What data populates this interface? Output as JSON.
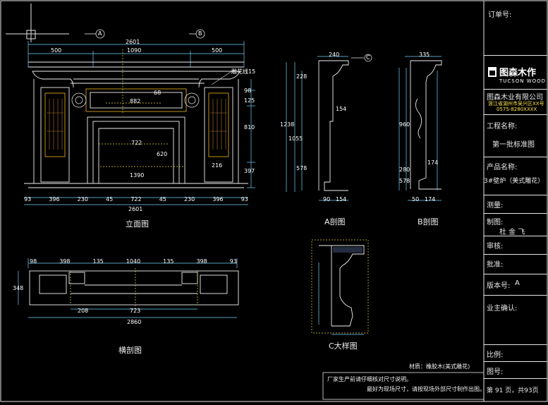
{
  "views": {
    "elevation": "立面图",
    "section_a": "A剖图",
    "section_b": "B剖图",
    "plan": "横剖图",
    "detail_c": "C大样图"
  },
  "markers": {
    "a": "A",
    "b": "B",
    "c": "C"
  },
  "dims": {
    "top_total": "2601",
    "top_left": "500",
    "top_mid": "1090",
    "top_right": "500",
    "mantel_note": "雕花线15",
    "bottom_segments": [
      "93",
      "396",
      "230",
      "45",
      "722",
      "45",
      "230",
      "396",
      "93"
    ],
    "bottom_total": "2601",
    "opening_inner": "882",
    "opening_width": "722",
    "opening_base": "1390",
    "right_heights": [
      "98",
      "125",
      "810",
      "397"
    ],
    "right_small": "216",
    "dim_68": "68",
    "dim_620": "620",
    "sec_a_top": "240",
    "sec_a_heights": [
      "228",
      "1238",
      "1055",
      "578"
    ],
    "sec_a_bottom": [
      "90",
      "154"
    ],
    "sec_a_mid": "154",
    "sec_b_top": "335",
    "sec_b_heights": [
      "960",
      "280",
      "578"
    ],
    "sec_b_bottom": [
      "50",
      "174",
      "174"
    ],
    "plan_segments": [
      "98",
      "398",
      "135",
      "1040",
      "135",
      "398",
      "93"
    ],
    "plan_total": "2860",
    "plan_inner": "723",
    "plan_small": "208",
    "plan_side": "348"
  },
  "notes": {
    "material": "材质：橡胶木(美式雕花)",
    "remark1": "厂家生产前请仔细核对尺寸说明。",
    "remark2": "最好为现场尺寸，请按现场外部尺寸制作出图。"
  },
  "title_block": {
    "order_label": "订单号:",
    "logo_text": "图森木作",
    "logo_en": "TUCSON WOOD",
    "company": "图森木业有限公司",
    "address": "浙江省湖州市吴兴区XX号",
    "phone": "0575-8280XXXX",
    "project_label": "工程名称:",
    "project_value": "第一批标准图",
    "product_label": "产品名称:",
    "product_value": "3#壁炉（美式雕花）",
    "survey_label": "测量:",
    "drawer_label": "制图:",
    "drawer_value": "杜 金 飞",
    "review_label": "审核:",
    "approve_label": "批准:",
    "version_label": "版本号:",
    "version_value": "A",
    "owner_label": "业主确认:",
    "scale_label": "比例:",
    "drawing_no_label": "图号:",
    "page_info": "第 91 页，共93页"
  }
}
